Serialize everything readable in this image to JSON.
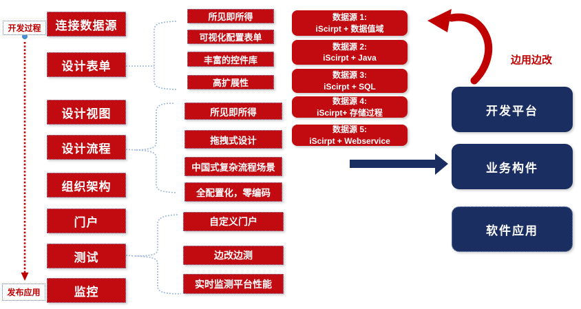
{
  "process_labels": {
    "dev_process": "开发过程",
    "publish_app": "发布应用"
  },
  "stages": [
    "连接数据源",
    "设计表单",
    "设计视图",
    "设计流程",
    "组织架构",
    "门户",
    "测试",
    "监控"
  ],
  "feature_groups": {
    "form": [
      "所见即所得",
      "可视化配置表单",
      "丰富的控件库",
      "高扩展性"
    ],
    "flow": [
      "所见即所得",
      "拖拽式设计",
      "中国式复杂流程场景",
      "全配置化，零编码"
    ],
    "test": [
      "自定义门户",
      "边改边测",
      "实时监测平台性能"
    ]
  },
  "datasources": [
    {
      "line1": "数据源 1:",
      "line2": "iScirpt + 数据值域"
    },
    {
      "line1": "数据源 2:",
      "line2": "iScirpt + Java"
    },
    {
      "line1": "数据源 3:",
      "line2": "iScirpt + SQL"
    },
    {
      "line1": "数据源 4:",
      "line2": "iScirpt+ 存储过程"
    },
    {
      "line1": "数据源 5:",
      "line2": "iScirpt + Webservice"
    }
  ],
  "outputs": [
    "开发平台",
    "业务构件",
    "软件应用"
  ],
  "annotations": {
    "iterate": "边用边改"
  },
  "colors": {
    "box_red": "#C20B10",
    "box_navy": "#1A2E62",
    "connector_blue": "#9DB6D9",
    "accent_red": "#C00000"
  }
}
